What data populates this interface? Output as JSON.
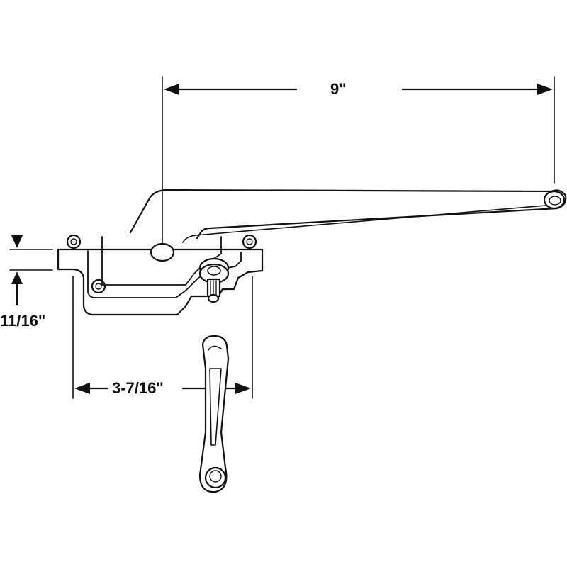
{
  "figure": {
    "background": "#ffffff",
    "line_color": "#111111"
  },
  "dimensions": {
    "overall_length": "9\"",
    "mount_width": "3-7/16\"",
    "mount_height": "11/16\""
  },
  "parts": [
    "operator-arm-icon",
    "base-plate-icon",
    "spline-shaft-icon",
    "crank-handle-icon"
  ]
}
